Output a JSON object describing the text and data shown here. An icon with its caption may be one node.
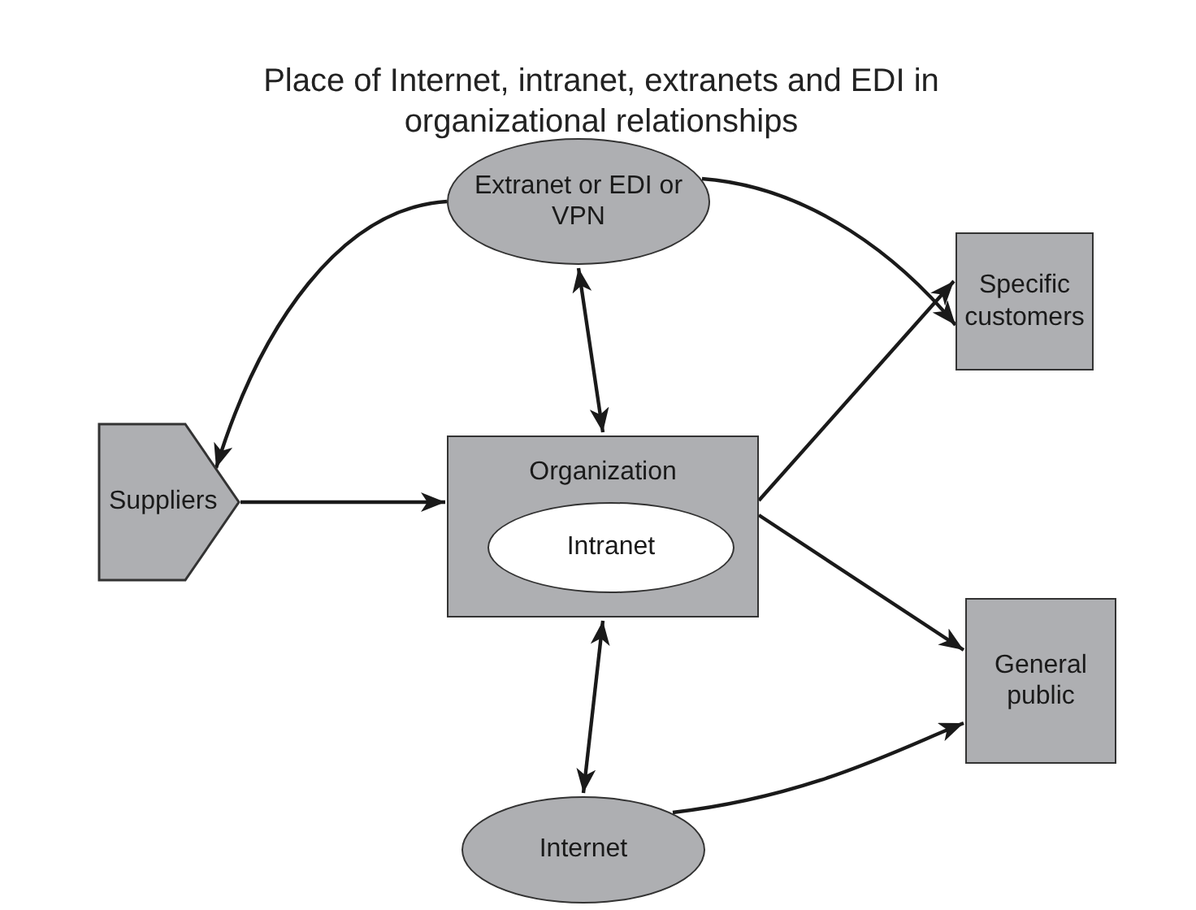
{
  "diagram": {
    "title": "Place of Internet, intranet, extranets and EDI in organizational relationships",
    "nodes": [
      {
        "text": [
          "Extranet or EDI or VPN"
        ]
      },
      {
        "text": [
          "Specific customers"
        ]
      },
      {
        "text": [
          "Suppliers"
        ]
      },
      {
        "text": [
          "Organization"
        ]
      },
      {
        "text": [
          "Intranet"
        ],
        "in": 3
      },
      {
        "text": [
          "General public"
        ]
      },
      {
        "text": [
          "Internet"
        ]
      }
    ],
    "edges": [
      {
        "from": 0,
        "to": 2,
        "arrow": "to"
      },
      {
        "from": 0,
        "to": 1,
        "arrow": "to"
      },
      {
        "from": 0,
        "to": 3,
        "arrow": "both"
      },
      {
        "from": 2,
        "to": 3,
        "arrow": "to"
      },
      {
        "from": 3,
        "to": 1,
        "arrow": "to"
      },
      {
        "from": 3,
        "to": 5,
        "arrow": "to"
      },
      {
        "from": 3,
        "to": 6,
        "arrow": "both"
      },
      {
        "from": 6,
        "to": 5,
        "arrow": "to"
      }
    ]
  }
}
